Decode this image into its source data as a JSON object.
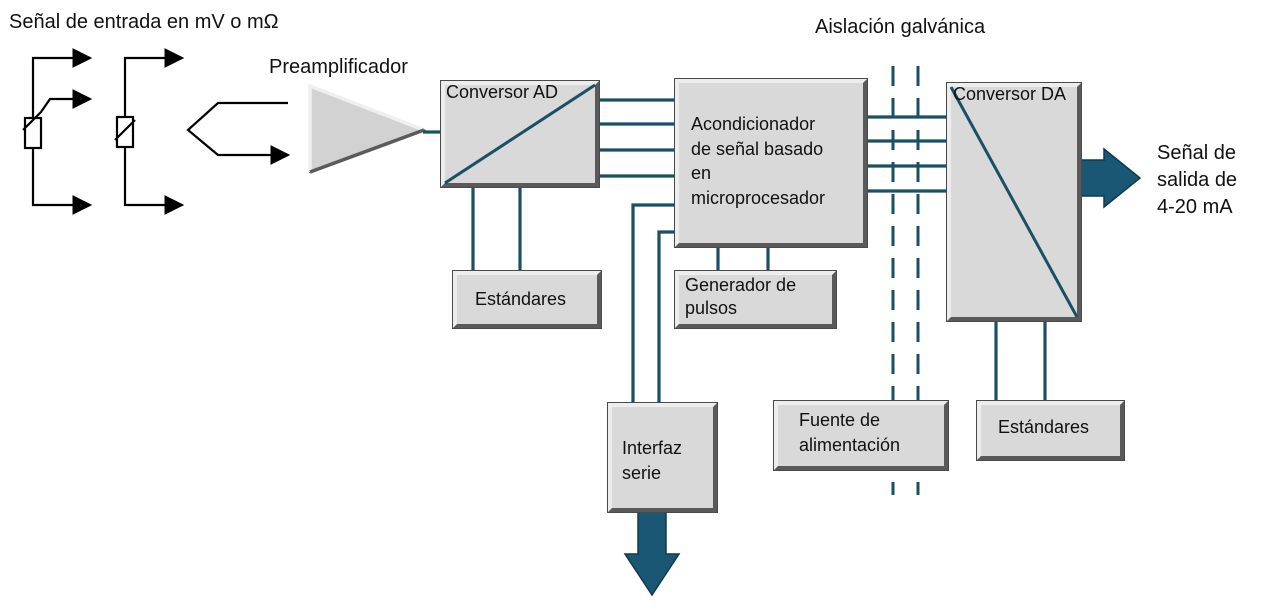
{
  "labels": {
    "input_signal": "Señal de entrada en mV o mΩ",
    "galvanic_isolation": "Aislación galvánica",
    "preamplifier": "Preamplificador",
    "output_signal": "Señal de\nsalida de\n4-20 mA"
  },
  "blocks": {
    "adc": "Conversor AD",
    "conditioner": "Acondicionador\nde señal basado\nen\nmicroprocesador",
    "dac": "Conversor DA",
    "standards_adc": "Estándares",
    "pulse_generator": "Generador de\npulsos",
    "serial_interface": "Interfaz\nserie",
    "power_supply": "Fuente de\nalimentación",
    "standards_dac": "Estándares"
  },
  "colors": {
    "wire": "#1b4f66",
    "arrow_fill": "#1a5774",
    "box_fill": "#d9d9d9"
  }
}
